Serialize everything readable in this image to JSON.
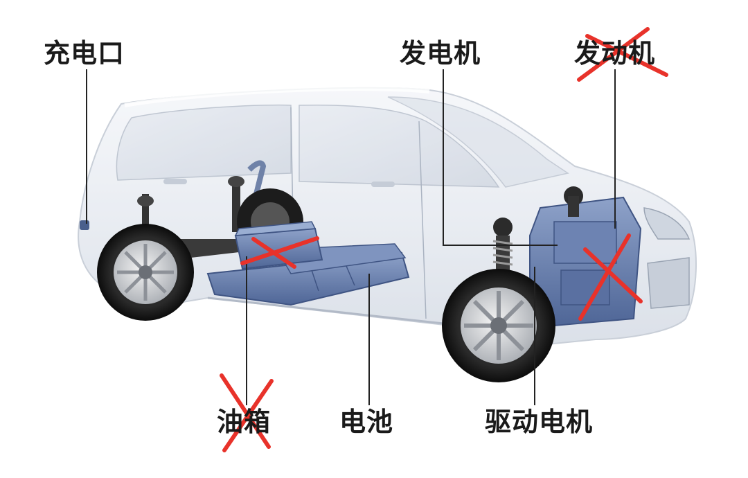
{
  "labels": {
    "charging_port": "充电口",
    "generator": "发电机",
    "engine": "发动机",
    "fuel_tank": "油箱",
    "battery": "电池",
    "drive_motor": "驱动电机"
  },
  "removed_components": [
    "engine",
    "fuel_tank"
  ],
  "colors": {
    "cross_out": "#e8322a",
    "component_blue": "#5f79ad",
    "car_body": "#e2e7ef",
    "leader_line": "#222222"
  }
}
